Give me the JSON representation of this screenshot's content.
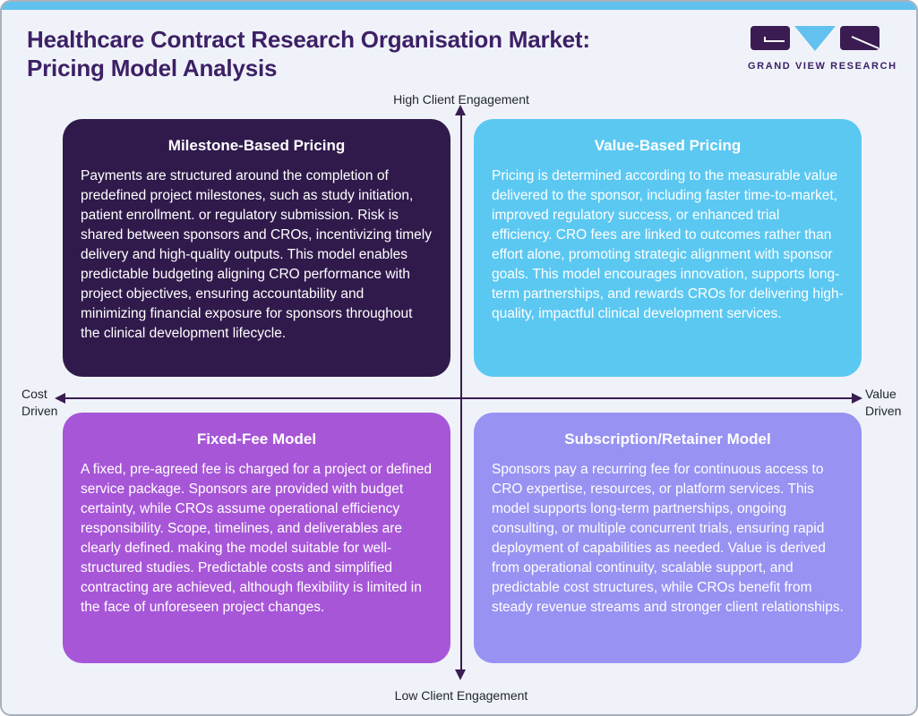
{
  "header": {
    "title_line1": "Healthcare Contract Research Organisation Market:",
    "title_line2": "Pricing Model Analysis",
    "logo_text": "GRAND VIEW RESEARCH"
  },
  "axes": {
    "top_label": "High Client Engagement",
    "bottom_label": "Low Client Engagement",
    "left_label_line1": "Cost",
    "left_label_line2": "Driven",
    "right_label_line1": "Value",
    "right_label_line2": "Driven"
  },
  "quadrants": [
    {
      "position": "top-left",
      "title": "Milestone-Based Pricing",
      "body": "Payments are structured around the completion of predefined project milestones, such as study initiation, patient enrollment. or regulatory submission. Risk is shared between sponsors and CROs, incentivizing timely delivery and high-quality outputs. This model enables predictable budgeting aligning CRO performance with project objectives, ensuring accountability and minimizing financial exposure for sponsors throughout the clinical development lifecycle."
    },
    {
      "position": "top-right",
      "title": "Value-Based Pricing",
      "body": "Pricing is determined according to the measurable value delivered to the sponsor, including faster time-to-market, improved regulatory success, or enhanced trial efficiency. CRO fees are linked to outcomes rather than effort alone, promoting strategic alignment with sponsor goals. This model encourages innovation, supports long-term partnerships, and rewards CROs for delivering high- quality, impactful clinical development services."
    },
    {
      "position": "bottom-left",
      "title": "Fixed-Fee Model",
      "body": "A fixed, pre-agreed fee is charged for a project or defined service package. Sponsors are provided with budget certainty, while CROs assume operational efficiency responsibility. Scope, timelines, and deliverables are clearly defined. making the model suitable for well-structured studies. Predictable costs and simplified contracting are achieved, although flexibility is limited in the face of unforeseen project changes."
    },
    {
      "position": "bottom-right",
      "title": "Subscription/Retainer Model",
      "body": "Sponsors pay a recurring fee for continuous access to CRO expertise, resources, or platform services. This model supports long-term partnerships, ongoing consulting, or multiple concurrent trials, ensuring rapid deployment of capabilities as needed. Value is derived from operational continuity, scalable support, and predictable cost structures, while CROs benefit from steady revenue streams and stronger client relationships."
    }
  ],
  "colors": {
    "top_bar": "#62c1ee",
    "background": "#eff3f9",
    "title_text": "#3d2066",
    "axis": "#3a1c52",
    "axis_label_text": "#23252e",
    "quadrant_milestone_bg": "#301a4b",
    "quadrant_value_based_bg": "#5bc8f2",
    "quadrant_fixed_fee_bg": "#a756d8",
    "quadrant_subscription_bg": "#9892f3",
    "quadrant_text": "#ffffff"
  }
}
